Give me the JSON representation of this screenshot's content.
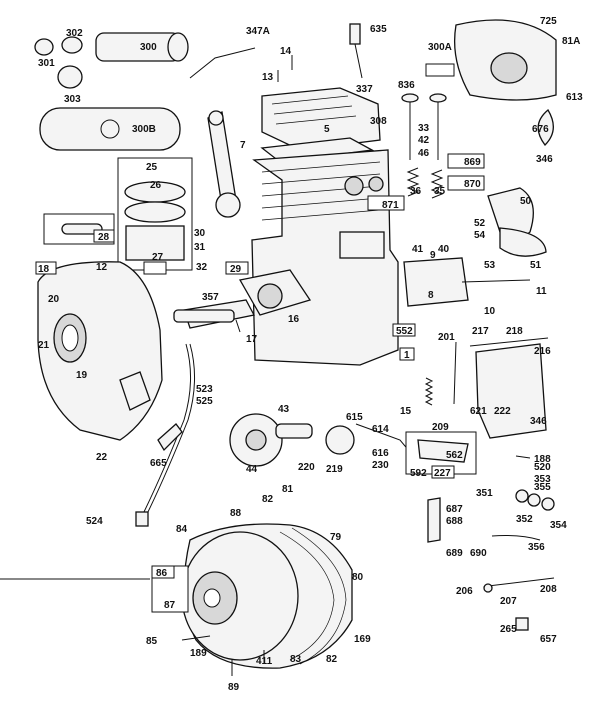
{
  "labels": [
    {
      "text": "302"
    },
    {
      "text": "301"
    },
    {
      "text": "300"
    },
    {
      "text": "303"
    },
    {
      "text": "300B"
    },
    {
      "text": "347A"
    },
    {
      "text": "14"
    },
    {
      "text": "13"
    },
    {
      "text": "635"
    },
    {
      "text": "337"
    },
    {
      "text": "725"
    },
    {
      "text": "300A"
    },
    {
      "text": "81A"
    },
    {
      "text": "836"
    },
    {
      "text": "613"
    },
    {
      "text": "676"
    },
    {
      "text": "346"
    },
    {
      "text": "7"
    },
    {
      "text": "5"
    },
    {
      "text": "308"
    },
    {
      "text": "33"
    },
    {
      "text": "42"
    },
    {
      "text": "46"
    },
    {
      "text": "869"
    },
    {
      "text": "870"
    },
    {
      "text": "25"
    },
    {
      "text": "26"
    },
    {
      "text": "27"
    },
    {
      "text": "28"
    },
    {
      "text": "30"
    },
    {
      "text": "31"
    },
    {
      "text": "32"
    },
    {
      "text": "29"
    },
    {
      "text": "36"
    },
    {
      "text": "35"
    },
    {
      "text": "871"
    },
    {
      "text": "41"
    },
    {
      "text": "40"
    },
    {
      "text": "50"
    },
    {
      "text": "52"
    },
    {
      "text": "54"
    },
    {
      "text": "53"
    },
    {
      "text": "51"
    },
    {
      "text": "18"
    },
    {
      "text": "12"
    },
    {
      "text": "20"
    },
    {
      "text": "357"
    },
    {
      "text": "16"
    },
    {
      "text": "17"
    },
    {
      "text": "9"
    },
    {
      "text": "8"
    },
    {
      "text": "11"
    },
    {
      "text": "10"
    },
    {
      "text": "21"
    },
    {
      "text": "19"
    },
    {
      "text": "552"
    },
    {
      "text": "1"
    },
    {
      "text": "201"
    },
    {
      "text": "217"
    },
    {
      "text": "218"
    },
    {
      "text": "216"
    },
    {
      "text": "523"
    },
    {
      "text": "525"
    },
    {
      "text": "615"
    },
    {
      "text": "15"
    },
    {
      "text": "209"
    },
    {
      "text": "621"
    },
    {
      "text": "222"
    },
    {
      "text": "346"
    },
    {
      "text": "22"
    },
    {
      "text": "43"
    },
    {
      "text": "614"
    },
    {
      "text": "665"
    },
    {
      "text": "44"
    },
    {
      "text": "220"
    },
    {
      "text": "219"
    },
    {
      "text": "616"
    },
    {
      "text": "230"
    },
    {
      "text": "562"
    },
    {
      "text": "592"
    },
    {
      "text": "227"
    },
    {
      "text": "188"
    },
    {
      "text": "520"
    },
    {
      "text": "353"
    },
    {
      "text": "355"
    },
    {
      "text": "351"
    },
    {
      "text": "352"
    },
    {
      "text": "354"
    },
    {
      "text": "524"
    },
    {
      "text": "82"
    },
    {
      "text": "81"
    },
    {
      "text": "88"
    },
    {
      "text": "79"
    },
    {
      "text": "84"
    },
    {
      "text": "687"
    },
    {
      "text": "688"
    },
    {
      "text": "689"
    },
    {
      "text": "690"
    },
    {
      "text": "356"
    },
    {
      "text": "86"
    },
    {
      "text": "87"
    },
    {
      "text": "80"
    },
    {
      "text": "206"
    },
    {
      "text": "207"
    },
    {
      "text": "208"
    },
    {
      "text": "85"
    },
    {
      "text": "189"
    },
    {
      "text": "411"
    },
    {
      "text": "83"
    },
    {
      "text": "82"
    },
    {
      "text": "169"
    },
    {
      "text": "265"
    },
    {
      "text": "657"
    },
    {
      "text": "89"
    }
  ]
}
